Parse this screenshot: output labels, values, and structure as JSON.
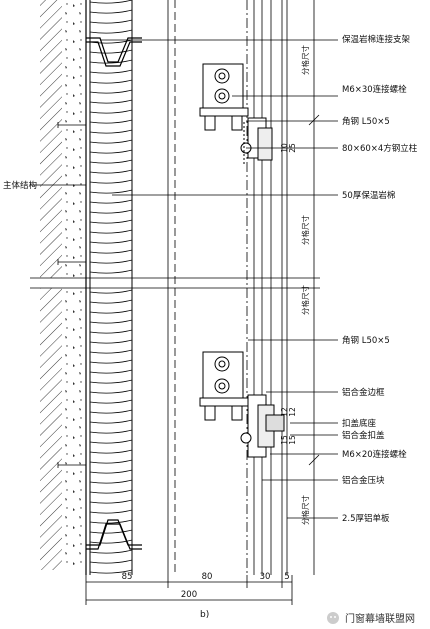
{
  "labels": {
    "insulation_bracket": "保温岩棉连接支架",
    "bolt_m6x30": "M6×30连接螺栓",
    "angle_top": "角钢 L50×5",
    "steel_column": "80×60×4方钢立柱",
    "main_structure": "主体结构",
    "rock_wool": "50厚保温岩棉",
    "angle_bottom": "角钢 L50×5",
    "frame": "铝合金边框",
    "cap_base": "扣盖底座",
    "cap": "铝合金扣盖",
    "bolt_m6x20": "M6×20连接螺栓",
    "press_block": "铝合金压块",
    "panel": "2.5厚铝单板",
    "grid_size": "分格尺寸"
  },
  "small_dims": {
    "d1": "10",
    "d2": "25",
    "d3": "12",
    "d4": "12",
    "d5": "15",
    "d6": "15"
  },
  "dimensions": {
    "d85": "85",
    "d80": "80",
    "d30": "30",
    "d5": "5",
    "d200": "200"
  },
  "caption": "b)",
  "watermark": "门窗幕墙联盟网"
}
